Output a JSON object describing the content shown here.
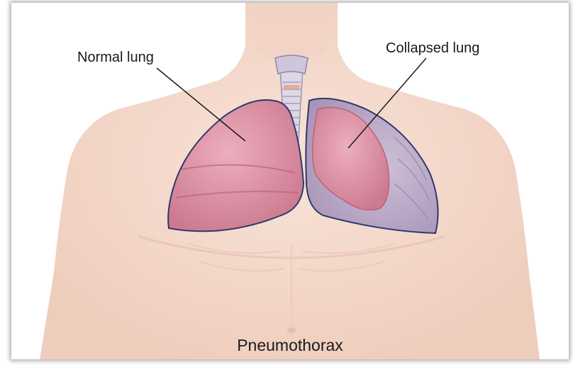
{
  "labels": {
    "normal": "Normal lung",
    "collapsed": "Collapsed lung"
  },
  "caption": "Pneumothorax",
  "colors": {
    "skin": "#f6dcd0",
    "skin_shadow": "#e9c2b2",
    "lung": "#e39aac",
    "lung_dark": "#c96f86",
    "pleural_space": "#b9a7c4",
    "outline": "#2d3a6b",
    "trachea": "#dcd6e6",
    "background": "#ffffff"
  }
}
